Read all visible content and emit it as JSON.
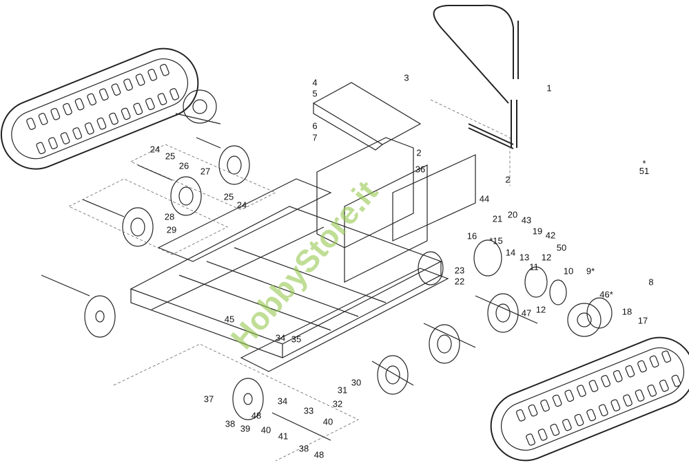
{
  "diagram": {
    "labels": [
      "1",
      "2",
      "2",
      "3",
      "4",
      "5",
      "6",
      "7",
      "*\n51",
      "36",
      "44",
      "20",
      "43",
      "21",
      "19",
      "42",
      "50",
      "*15",
      "16",
      "14",
      "13",
      "12",
      "11",
      "10",
      "9*",
      "23",
      "22",
      "47",
      "12",
      "46*",
      "18",
      "17",
      "8",
      "24",
      "25",
      "26",
      "27",
      "25",
      "24",
      "28",
      "29",
      "45",
      "34",
      "35",
      "30",
      "31",
      "32",
      "33",
      "34",
      "37",
      "38",
      "48",
      "39",
      "40",
      "41",
      "40",
      "38",
      "48"
    ],
    "watermark": "HobbyStore.it"
  }
}
